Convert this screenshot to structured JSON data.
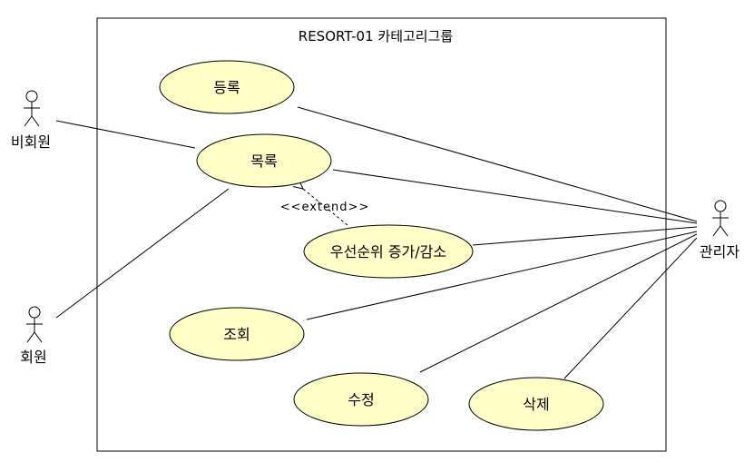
{
  "system": {
    "title": "RESORT-01 카테고리그룹"
  },
  "actors": {
    "nonmember": "비회원",
    "member": "회원",
    "admin": "관리자"
  },
  "use_cases": {
    "register": "등록",
    "list": "목록",
    "priority": "우선순위 증가/감소",
    "view": "조회",
    "edit": "수정",
    "delete": "삭제"
  },
  "relations": {
    "extend_label": "<<extend>>"
  },
  "colors": {
    "use_case_fill": "#ffffc8",
    "stroke": "#000000",
    "background": "#ffffff"
  }
}
